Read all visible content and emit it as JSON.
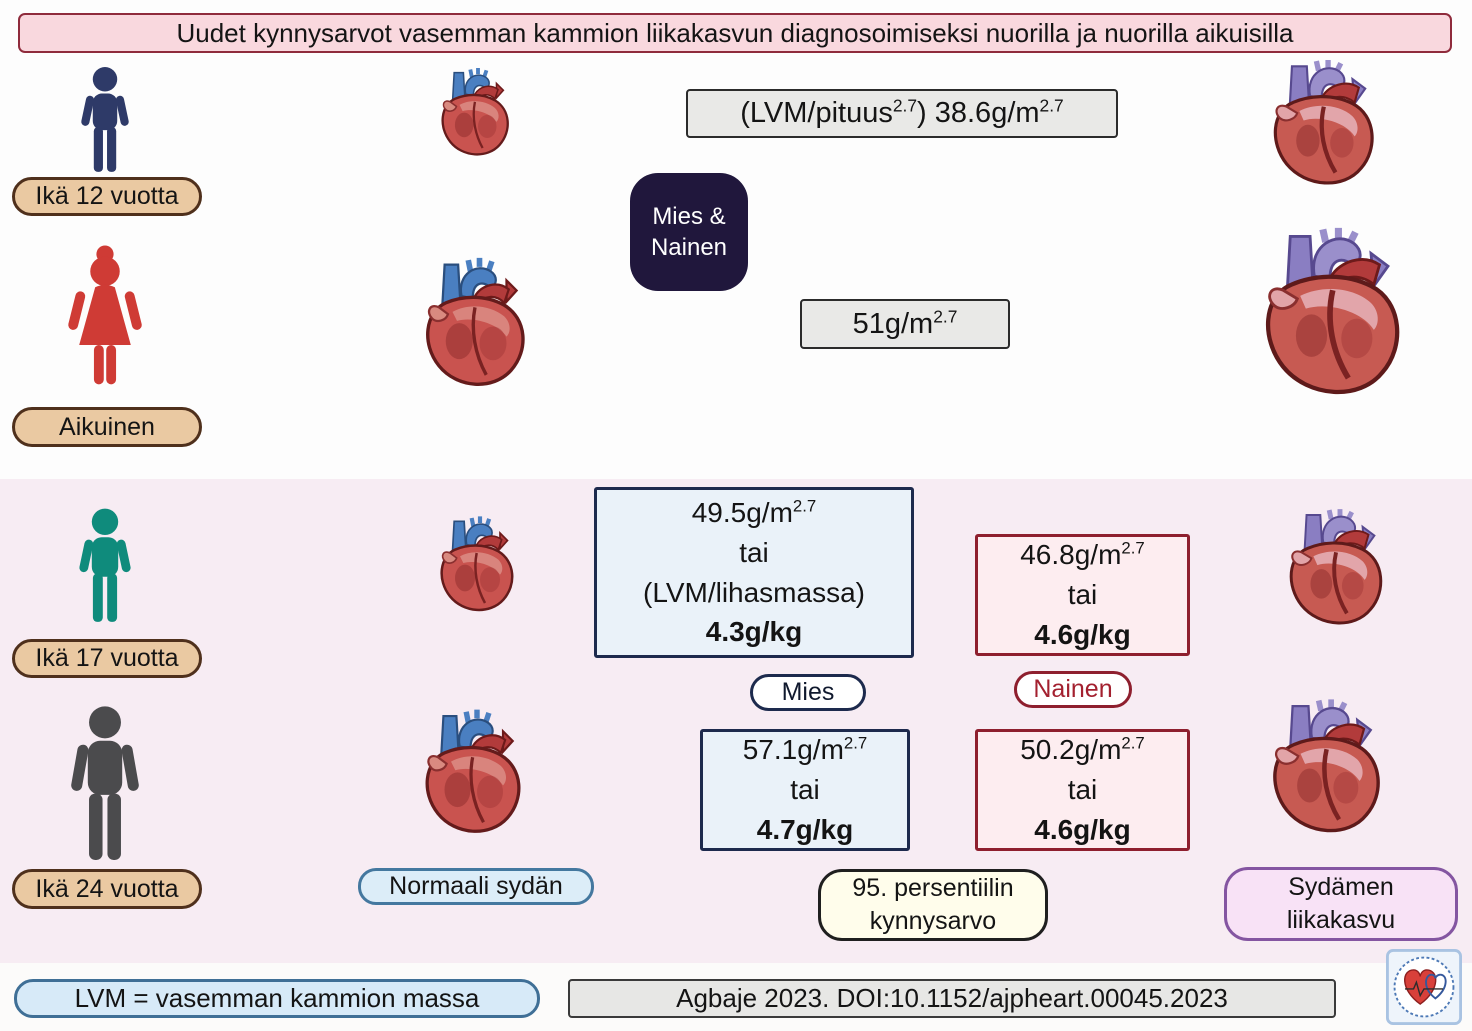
{
  "title": "Uudet kynnysarvot vasemman kammion liikakasvun diagnosoimiseksi nuorilla ja nuorilla aikuisilla",
  "ages": {
    "age12": "Ikä 12 vuotta",
    "adult": "Aikuinen",
    "age17": "Ikä 17 vuotta",
    "age24": "Ikä 24 vuotta"
  },
  "badges": {
    "sex_both_line1": "Mies &",
    "sex_both_line2": "Nainen",
    "male": "Mies",
    "female": "Nainen"
  },
  "thresholds": {
    "youth12": {
      "prefix": "(LVM/pituus",
      "sup1": "2.7",
      "mid": ") 38.6g/m",
      "sup2": "2.7"
    },
    "adult": {
      "value": "51g/m",
      "sup": "2.7"
    },
    "male17": {
      "value": "49.5g/m",
      "sup": "2.7",
      "or": "tai",
      "muscle_label": "(LVM/lihasmassa)",
      "kg_value": "4.3g/kg"
    },
    "female17": {
      "value": "46.8g/m",
      "sup": "2.7",
      "or": "tai",
      "kg_value": "4.6g/kg"
    },
    "male24": {
      "value": "57.1g/m",
      "sup": "2.7",
      "or": "tai",
      "kg_value": "4.7g/kg"
    },
    "female24": {
      "value": "50.2g/m",
      "sup": "2.7",
      "or": "tai",
      "kg_value": "4.6g/kg"
    }
  },
  "legend": {
    "normal_heart": "Normaali sydän",
    "percentile_line1": "95. persentiilin",
    "percentile_line2": "kynnysarvo",
    "hypertrophy_line1": "Sydämen",
    "hypertrophy_line2": "liikakasvu"
  },
  "footer": {
    "lvm_definition": "LVM = vasemman kammion massa",
    "citation": "Agbaje 2023. DOI:10.1152/ajpheart.00045.2023"
  },
  "icons": {
    "age12": "child-figure-icon",
    "adult_woman": "woman-figure-icon",
    "age17": "teen-figure-icon",
    "age24": "man-figure-icon",
    "normal_heart": "normal-heart-icon",
    "hypertrophied_heart": "hypertrophied-heart-icon",
    "logo": "ajp-heart-journal-logo"
  },
  "colors": {
    "title_bg": "#f9d8de",
    "title_border": "#8f2b3c",
    "age_pill_bg": "#eac9a2",
    "age_pill_border": "#4f301c",
    "sex_both_bg": "#20173c",
    "male_box_bg": "#eaf2f9",
    "male_border": "#1d2a4d",
    "female_box_bg": "#fdedf0",
    "female_border": "#8e1f2e",
    "gray_box_bg": "#e9e9e7",
    "normal_pill_bg": "#dcedf8",
    "normal_pill_border": "#44789f",
    "percentile_bg": "#fffdeb",
    "hypertrophy_bg": "#f8e2f6",
    "hypertrophy_border": "#8455a1",
    "lower_band_bg": "#f7ecf3",
    "boy12": "#2e3a68",
    "woman": "#cf3b35",
    "teen17": "#0f8b7c",
    "man24": "#4b4b4d"
  }
}
